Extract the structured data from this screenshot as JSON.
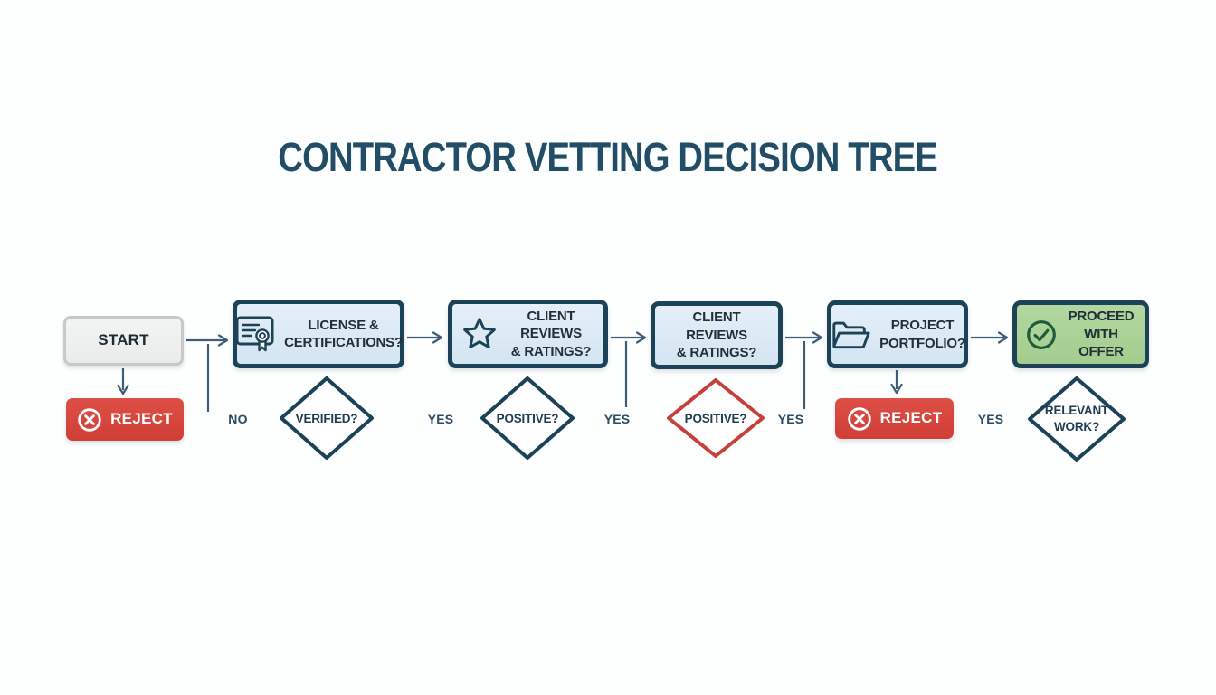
{
  "title": "CONTRACTOR VETTING DECISION TREE",
  "nodes": {
    "start": {
      "label": "START"
    },
    "reject_left": {
      "label": "REJECT",
      "icon": "x-circle-icon"
    },
    "license": {
      "label": "LICENSE &\nCERTIFICATIONS?",
      "icon": "certificate-icon"
    },
    "reviews1": {
      "label": "CLIENT REVIEWS\n& RATINGS?",
      "icon": "star-icon"
    },
    "reviews2": {
      "label": "CLIENT REVIEWS\n& RATINGS?"
    },
    "portfolio": {
      "label": "PROJECT\nPORTFOLIO?",
      "icon": "folder-icon"
    },
    "reject_right": {
      "label": "REJECT",
      "icon": "x-circle-icon"
    },
    "proceed": {
      "label": "PROCEED\nWITH OFFER",
      "icon": "check-circle-icon"
    }
  },
  "diamonds": {
    "verified": {
      "label": "VERIFIED?"
    },
    "positive1": {
      "label": "POSITIVE?"
    },
    "positive2": {
      "label": "POSITIVE?"
    },
    "relevant": {
      "label": "RELEVANT\nWORK?"
    }
  },
  "edge_labels": {
    "no1": "NO",
    "yes1": "YES",
    "yes2": "YES",
    "yes3": "YES",
    "yes4": "YES"
  },
  "colors": {
    "title": "#214d66",
    "navy_border": "#1b4257",
    "blue_fill": "#d9e8f4",
    "green_fill": "#a9d293",
    "red": "#d9463e",
    "red_diamond_border": "#c5403b",
    "gray_fill": "#eeefef",
    "gray_border": "#c7c9c9",
    "arrow": "#3f5d77",
    "check_icon": "#1e5a3c"
  }
}
